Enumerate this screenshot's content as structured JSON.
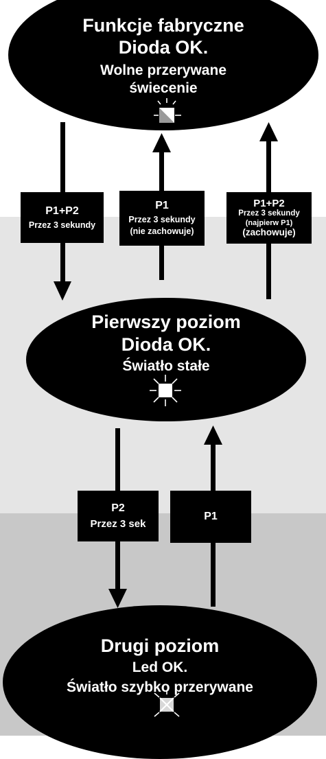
{
  "states": {
    "factory": {
      "title": "Funkcje fabryczne",
      "led": "Dioda OK.",
      "mode_line1": "Wolne przerywane",
      "mode_line2": "świecenie",
      "icon": "blinking-slow-led-icon"
    },
    "level1": {
      "title": "Pierwszy poziom",
      "led": "Dioda OK.",
      "mode": "Światło stałe",
      "icon": "steady-led-icon"
    },
    "level2": {
      "title": "Drugi poziom",
      "led": "Led OK.",
      "mode": "Światło szybko przerywane",
      "icon": "blinking-fast-led-icon"
    }
  },
  "transitions": {
    "factory_to_l1": {
      "line1": "P1+P2",
      "line2": "Przez 3 sekundy"
    },
    "l1_to_factory_nosave": {
      "line1": "P1",
      "line2": "Przez 3 sekundy",
      "line3": "(nie zachowuje)"
    },
    "l1_to_factory_save": {
      "line1": "P1+P2",
      "line2": "Przez 3 sekundy",
      "line3": "(najpierw P1)",
      "line4": "(zachowuje)"
    },
    "l1_to_l2": {
      "line1": "P2",
      "line2": "Przez 3 sek"
    },
    "l2_to_l1": {
      "line1": "P1"
    }
  },
  "colors": {
    "band_top": "#ffffff",
    "band_mid": "#e5e5e5",
    "band_bot": "#c8c8c8",
    "shape_fill": "#000000",
    "text": "#ffffff"
  }
}
